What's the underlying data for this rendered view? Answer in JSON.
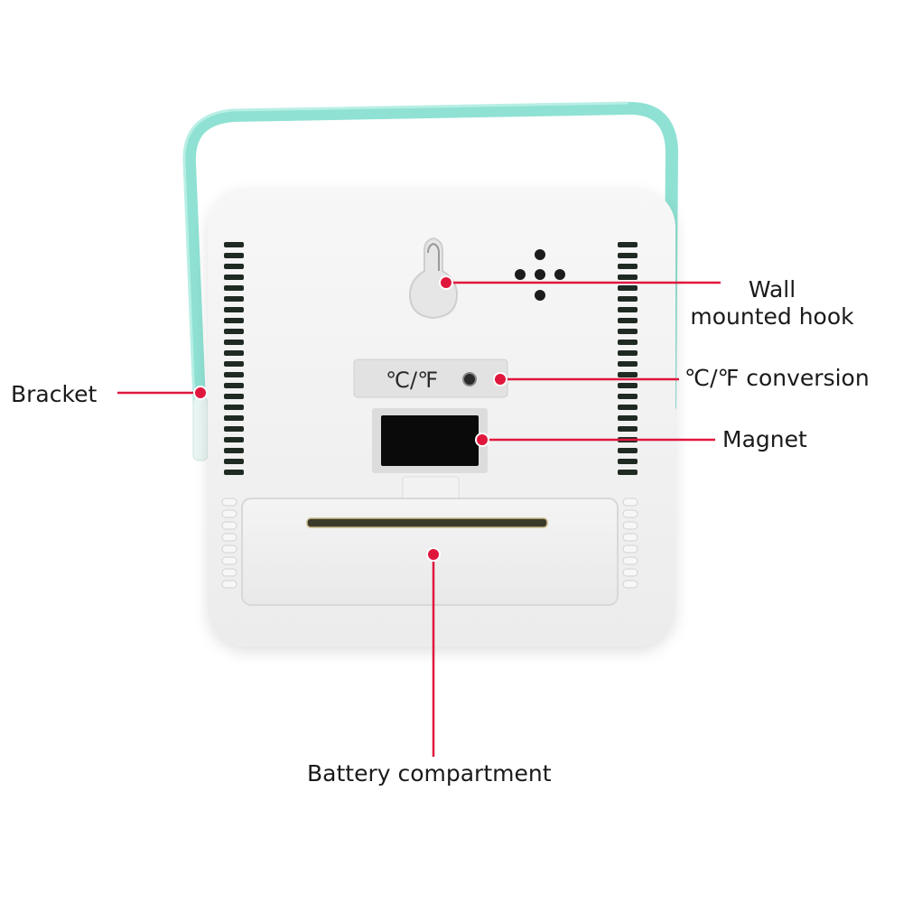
{
  "colors": {
    "bracket": "#8fe1d3",
    "callout": "#e0173d",
    "device": "#f5f5f5",
    "text": "#1a1a1a"
  },
  "device": {
    "switch_label": "℃/℉"
  },
  "callouts": {
    "bracket": "Bracket",
    "wall_hook_line1": "Wall",
    "wall_hook_line2": "mounted hook",
    "conversion": "℃/℉ conversion",
    "magnet": "Magnet",
    "battery": "Battery compartment"
  }
}
